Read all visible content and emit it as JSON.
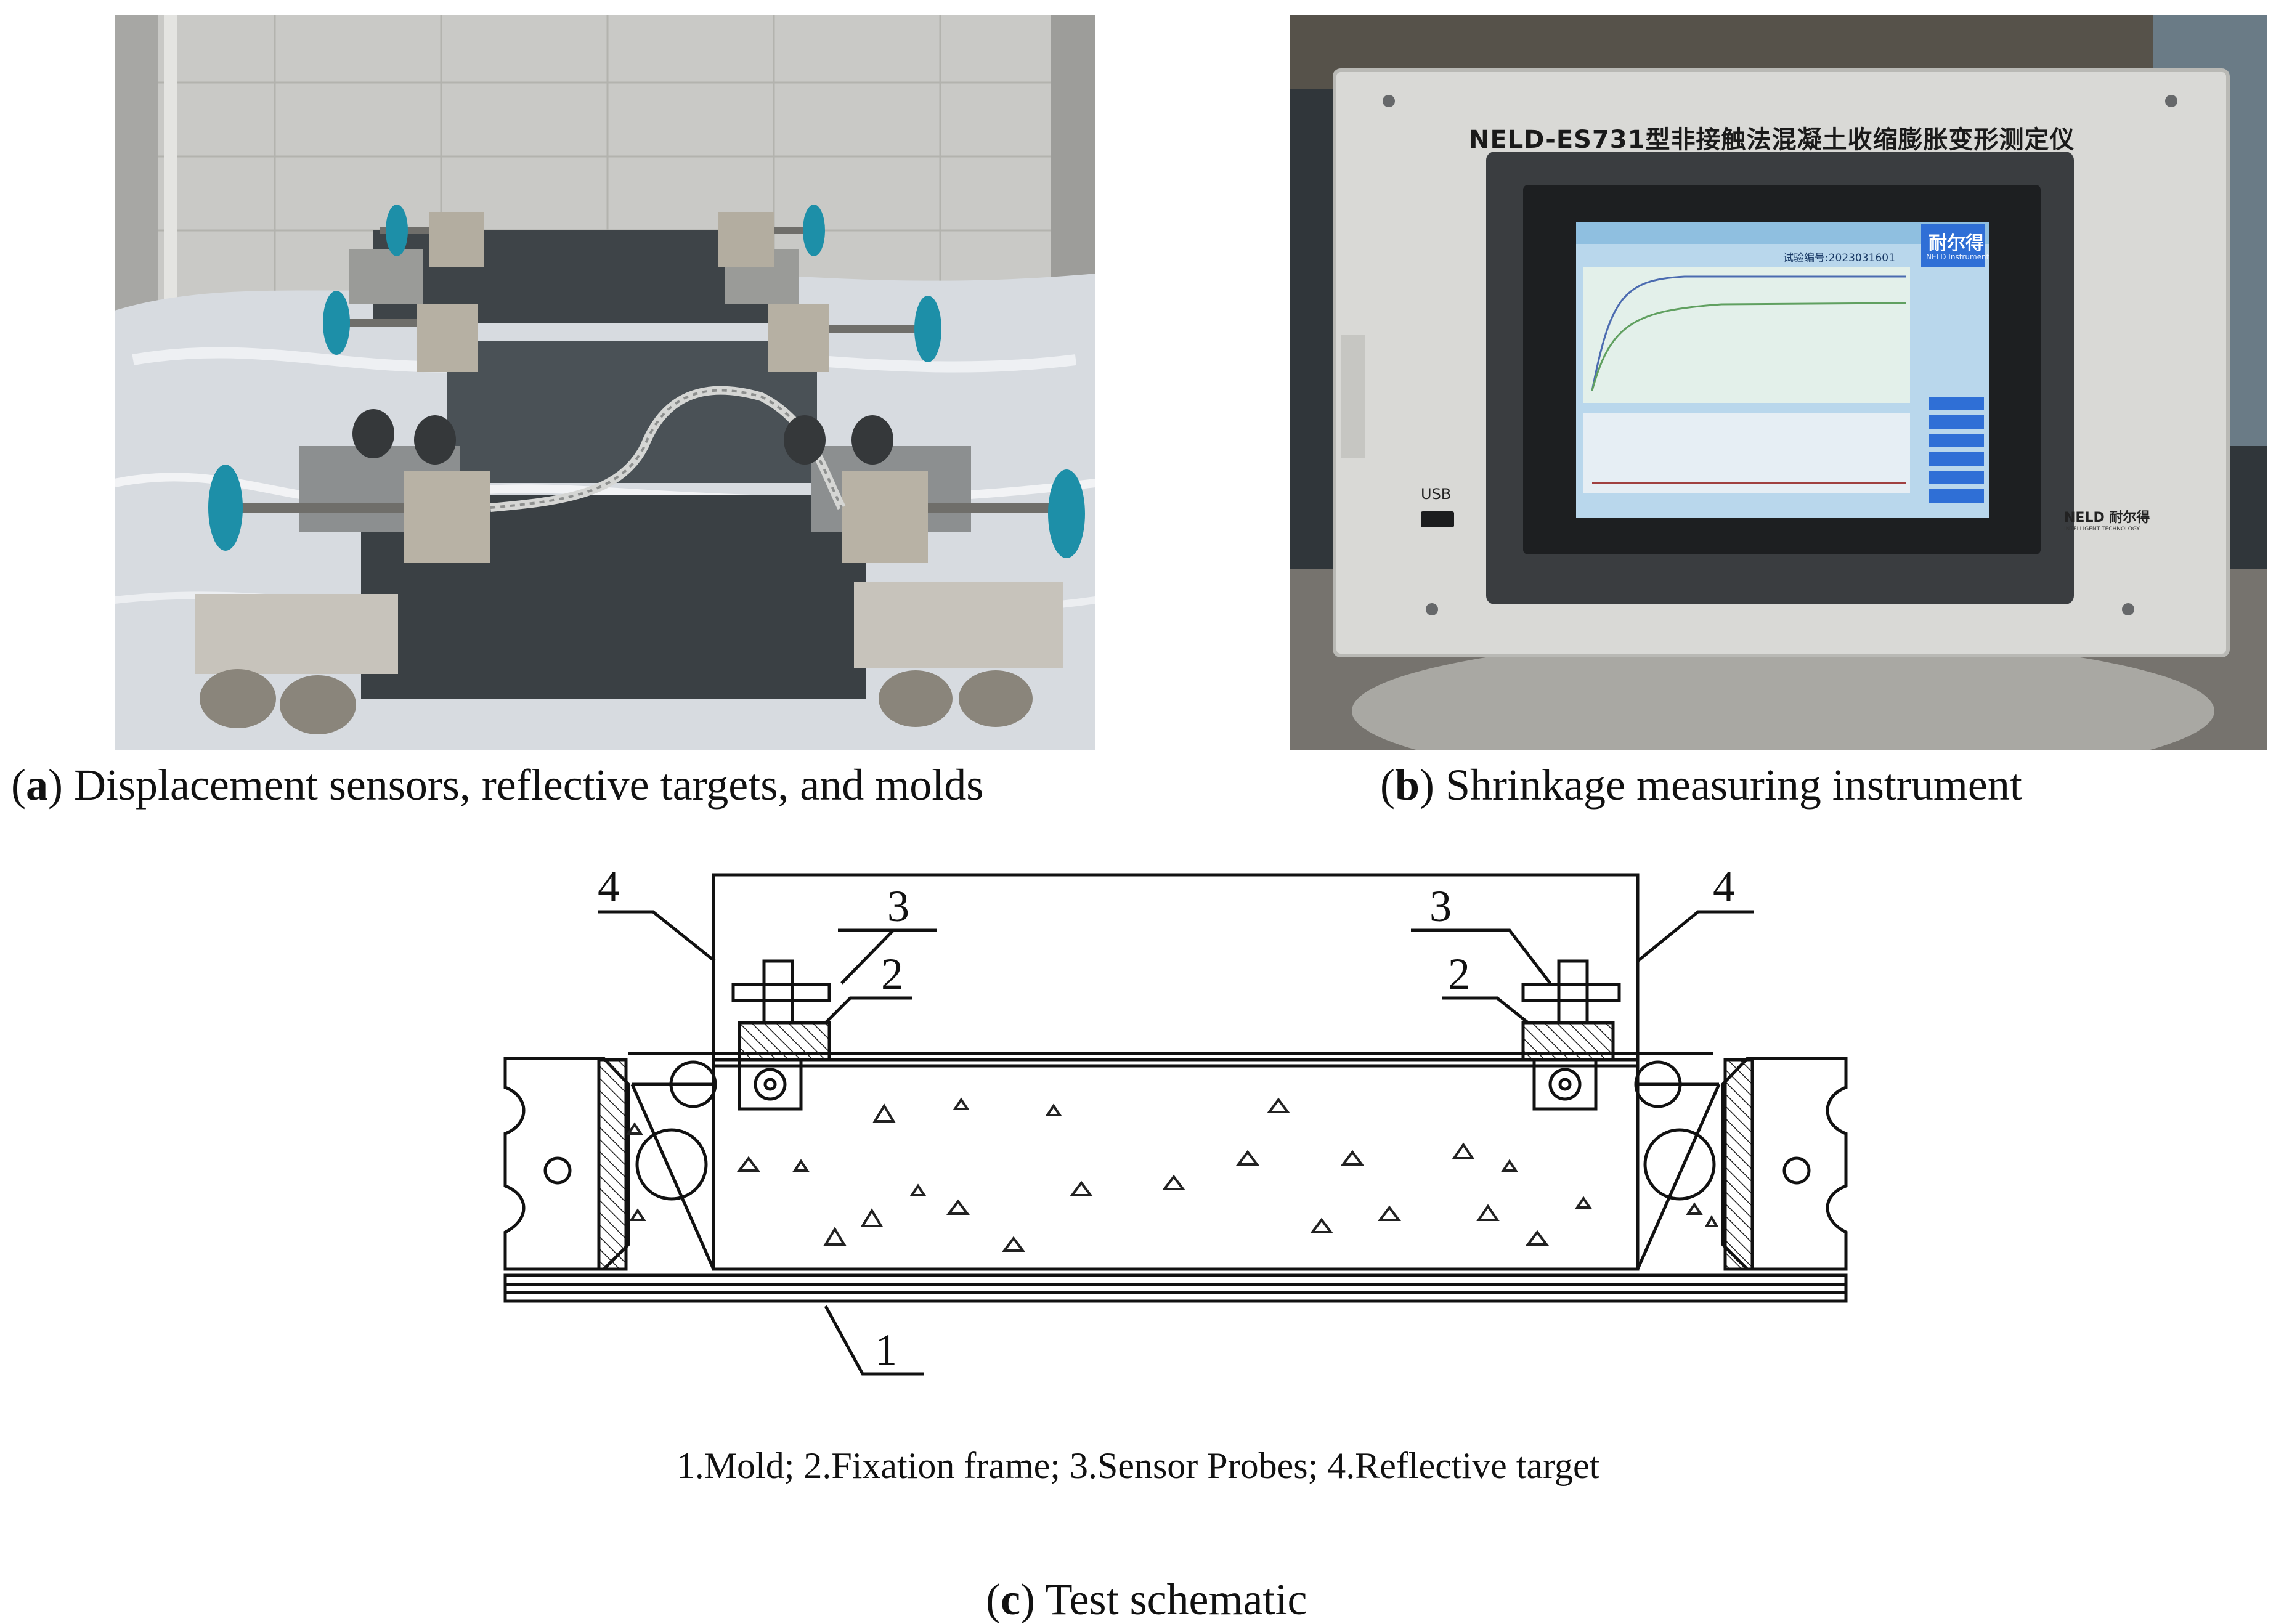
{
  "panel_a": {
    "label": "a",
    "caption": "Displacement sensors, reflective targets, and molds"
  },
  "panel_b": {
    "label": "b",
    "caption": "Shrinkage measuring instrument",
    "device_title": "NELD-ES731型非接触法混凝土收缩膨胀变形测定仪",
    "usb_label": "USB",
    "brand_badge": "耐尔得",
    "brand_badge_sub": "NELD Instrument",
    "brand_plate": "NELD 耐尔得",
    "brand_plate_sub": "INTELLIGENT TECHNOLOGY",
    "screen_test_id": "试验编号:2023031601"
  },
  "panel_c": {
    "label": "c",
    "caption": "Test schematic",
    "callouts": [
      "1",
      "2",
      "3",
      "4"
    ],
    "legend": "1.Mold; 2.Fixation frame; 3.Sensor Probes; 4.Reflective target"
  },
  "colors": {
    "target_blue": "#1d8fa8",
    "screen_blue": "#2f6fd6",
    "device_gray": "#d9d9d6"
  }
}
